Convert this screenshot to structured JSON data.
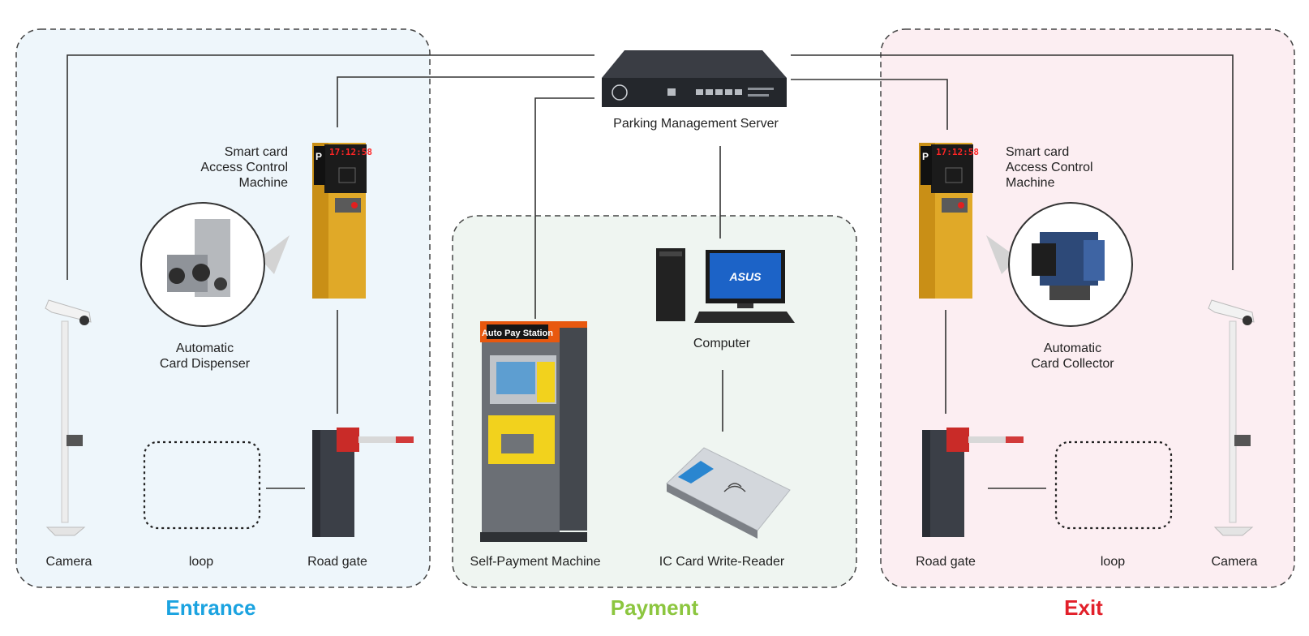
{
  "zones": {
    "entrance": {
      "title": "Entrance",
      "color": "#1ba3e0",
      "bg": "#eef6fb"
    },
    "payment": {
      "title": "Payment",
      "color": "#8cc63f",
      "bg": "#eff5f1"
    },
    "exit": {
      "title": "Exit",
      "color": "#e2202a",
      "bg": "#fceef2"
    }
  },
  "server": {
    "label": "Parking Management Server"
  },
  "entrance_devices": {
    "access_control": [
      "Smart card",
      "Access Control",
      "Machine"
    ],
    "dispenser": [
      "Automatic",
      "Card Dispenser"
    ],
    "camera": "Camera",
    "loop": "loop",
    "gate": "Road gate",
    "display_time": "17:12:58"
  },
  "payment_devices": {
    "pay_station_sign": "Auto Pay Station",
    "self_payment": "Self-Payment Machine",
    "computer": "Computer",
    "monitor_brand": "ASUS",
    "card_reader": "IC Card Write-Reader"
  },
  "exit_devices": {
    "access_control": [
      "Smart card",
      "Access Control",
      "Machine"
    ],
    "collector": [
      "Automatic",
      "Card Collector"
    ],
    "camera": "Camera",
    "loop": "loop",
    "gate": "Road gate",
    "display_time": "17:12:58"
  }
}
